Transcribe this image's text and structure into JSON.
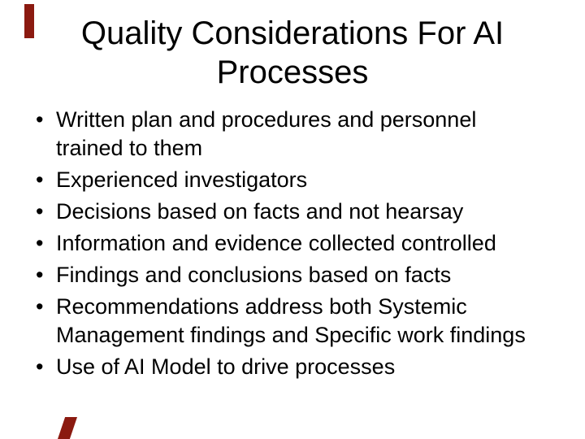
{
  "slide": {
    "title": {
      "text": "Quality Considerations For AI Processes",
      "lines": [
        "Quality Considerations For AI",
        "Processes"
      ]
    },
    "bullet_char": "•",
    "bullets": [
      {
        "lines": [
          "Written plan and procedures and personnel",
          "trained to them"
        ]
      },
      {
        "lines": [
          "Experienced investigators"
        ]
      },
      {
        "lines": [
          "Decisions based on facts and not hearsay"
        ]
      },
      {
        "lines": [
          "Information and evidence collected controlled"
        ]
      },
      {
        "lines": [
          "Findings and conclusions based on facts"
        ]
      },
      {
        "lines": [
          "Recommendations address both Systemic",
          "Management findings and Specific work findings"
        ]
      },
      {
        "lines": [
          "Use of AI Model to drive processes"
        ]
      }
    ]
  },
  "colors": {
    "background": "#ffffff",
    "text": "#000000",
    "accent": "#8b1a10"
  }
}
